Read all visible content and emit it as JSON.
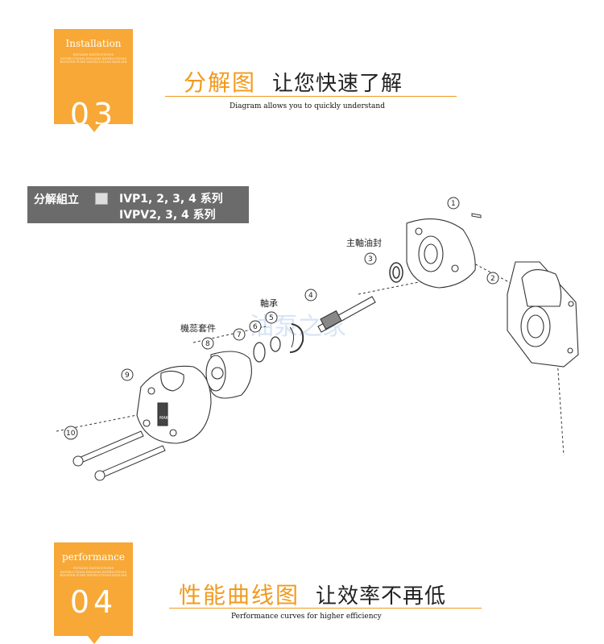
{
  "section1": {
    "badge_label": "Installation",
    "badge_small": [
      "ENGLISH INSTRUCTIONS",
      "INSTRUCTIONS ENGLISH INSTRUCTIONS",
      "BOOSTER PUMP INSTRUCTIONS ENGLISH"
    ],
    "badge_number": "03",
    "title_main": "分解图",
    "title_sub": "让您快速了解",
    "caption": "Diagram allows you to quickly understand"
  },
  "banner": {
    "heading": "分解組立",
    "line1": "IVP1, 2, 3, 4 系列",
    "line2": "IVPV2, 3, 4 系列"
  },
  "diagram": {
    "labels": {
      "seal": "主軸油封",
      "bearing": "軸承",
      "cartridge": "機蕊套件",
      "watermark": "油泵之家"
    },
    "callouts": [
      "1",
      "2",
      "3",
      "4",
      "5",
      "6",
      "7",
      "8",
      "9",
      "10"
    ],
    "nameplate": "MAKOR"
  },
  "section2": {
    "badge_label": "performance",
    "badge_small": [
      "ENGLISH INSTRUCTIONS",
      "INSTRUCTIONS ENGLISH INSTRUCTIONS",
      "BOOSTER PUMP INSTRUCTIONS ENGLISH"
    ],
    "badge_number": "04",
    "title_main": "性能曲线图",
    "title_sub": "让效率不再低",
    "caption": "Performance curves for higher efficiency"
  },
  "colors": {
    "accent": "#f7a836",
    "title": "#f19a1e",
    "banner": "#6b6b6b"
  }
}
